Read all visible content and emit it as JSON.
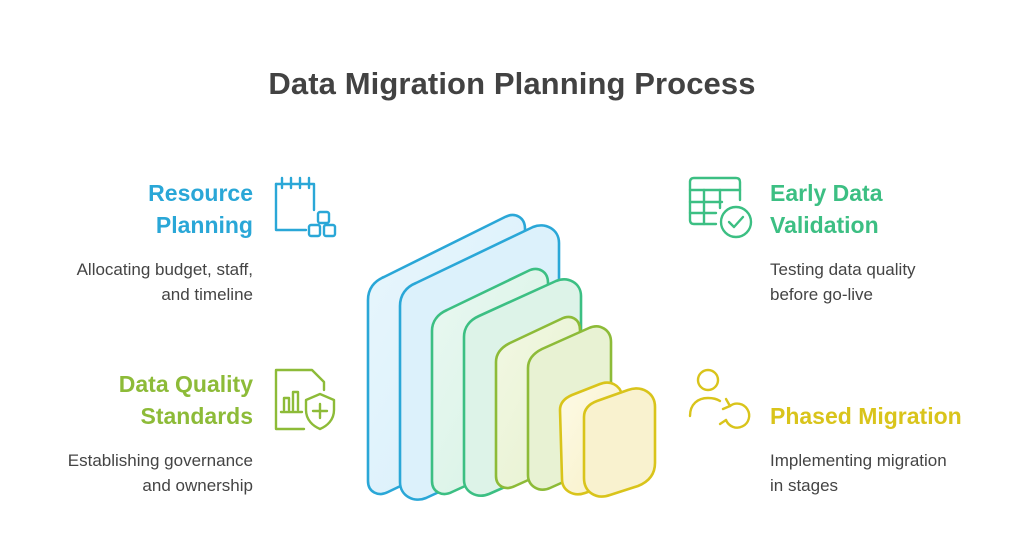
{
  "title": "Data Migration Planning Process",
  "steps": [
    {
      "heading": "Resource\nPlanning",
      "description": "Allocating budget, staff,\nand timeline",
      "icon": "calendar-blocks-icon",
      "color": "#2aa7d7"
    },
    {
      "heading": "Data Quality\nStandards",
      "description": "Establishing governance\nand ownership",
      "icon": "document-shield-icon",
      "color": "#8dbb38"
    },
    {
      "heading": "Early Data\nValidation",
      "description": "Testing data quality\nbefore go-live",
      "icon": "table-check-icon",
      "color": "#3cbf83"
    },
    {
      "heading": "Phased Migration",
      "description": "Implementing migration\nin stages",
      "icon": "user-cycle-icon",
      "color": "#d9c41b"
    }
  ],
  "stack_colors": [
    "#2aa7d7",
    "#3cbf83",
    "#8dbb38",
    "#d9c41b"
  ]
}
